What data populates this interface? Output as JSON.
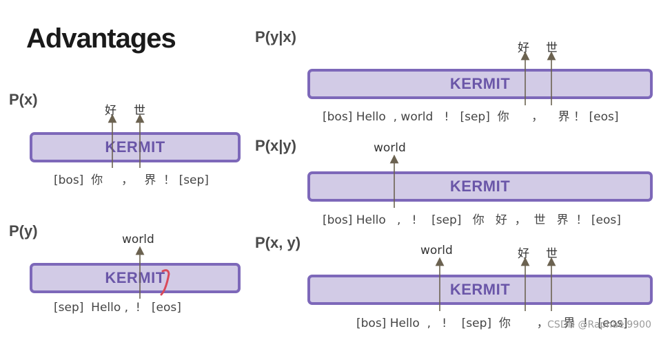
{
  "title": "Advantages",
  "panels": {
    "px": {
      "label": "P(x)",
      "model": "KERMIT",
      "input": "[bos]  你     ，   界  ！ [sep]",
      "outputs": [
        "好",
        "世"
      ]
    },
    "py": {
      "label": "P(y)",
      "model": "KERMIT",
      "input": "[sep]  Hello ,  !   [eos]",
      "outputs": [
        "world"
      ]
    },
    "pyx": {
      "label": "P(y|x)",
      "model": "KERMIT",
      "input": "[bos] Hello  , world   !   [sep]  你      ，    界 ！ [eos]",
      "outputs": [
        "好",
        "世"
      ]
    },
    "pxy": {
      "label": "P(x|y)",
      "model": "KERMIT",
      "input": "[bos] Hello   ,   !    [sep]   你   好  ，  世   界  ！ [eos]",
      "outputs": [
        "world"
      ]
    },
    "pxy_joint": {
      "label": "P(x, y)",
      "model": "KERMIT",
      "input": "[bos] Hello  ,   !    [sep]  你       ，    界  ！ [eos]",
      "outputs": [
        "world",
        "好",
        "世"
      ]
    }
  },
  "watermark": "CSDN @Raphael9900",
  "colors": {
    "bar_fill": "#d2cbe6",
    "bar_border": "#7d68b9",
    "bar_text": "#6a56a8",
    "arrow": "#6b6250"
  }
}
